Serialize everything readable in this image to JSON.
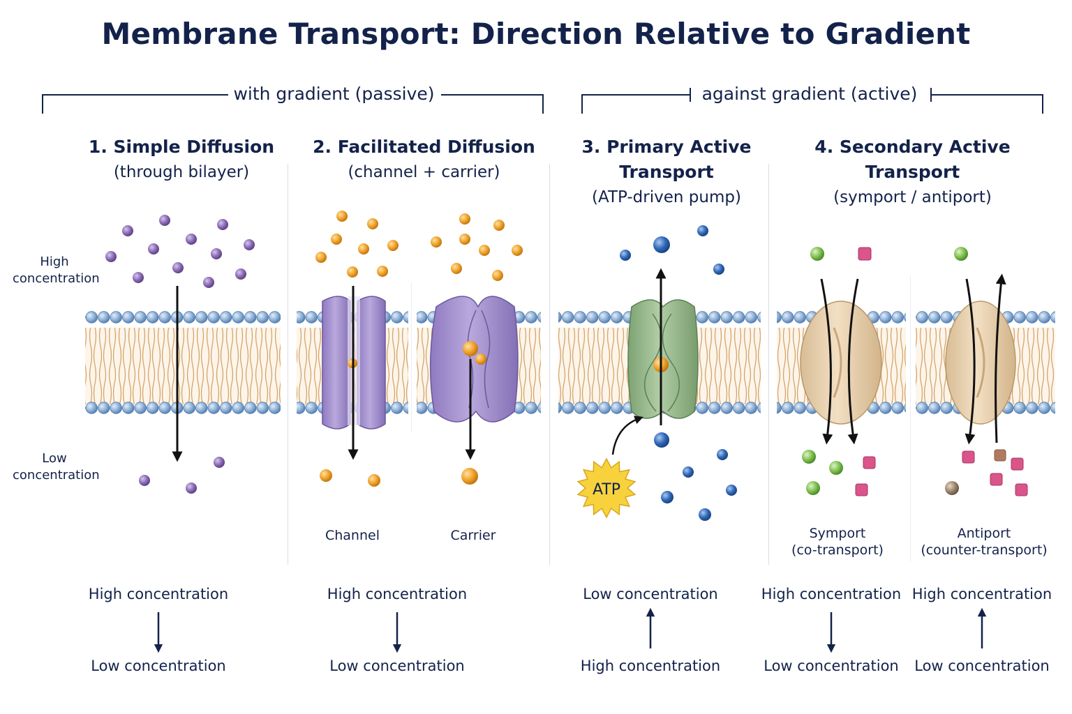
{
  "title": "Membrane Transport: Direction Relative to Gradient",
  "groups": {
    "passive": "with gradient (passive)",
    "active": "against gradient (active)"
  },
  "columns": [
    {
      "title": "1. Simple Diffusion",
      "subtitle": "(through bilayer)"
    },
    {
      "title": "2. Facilitated Diffusion",
      "subtitle": "(channel + carrier)"
    },
    {
      "title": "3. Primary Active Transport",
      "subtitle": "(ATP-driven pump)"
    },
    {
      "title": "4. Secondary Active Transport",
      "subtitle": "(symport / antiport)"
    }
  ],
  "side_labels": {
    "high": [
      "High",
      "concentration"
    ],
    "low": [
      "Low",
      "concentration"
    ]
  },
  "sub_labels": {
    "channel": "Channel",
    "carrier": "Carrier",
    "symport": [
      "Symport",
      "(co-transport)"
    ],
    "antiport": [
      "Antiport",
      "(counter-transport)"
    ]
  },
  "atp_label": "ATP",
  "bottom": [
    {
      "top": "High concentration",
      "bottom": "Low concentration",
      "arrow": "down"
    },
    {
      "top": "High concentration",
      "bottom": "Low concentration",
      "arrow": "down"
    },
    {
      "top": "Low concentration",
      "bottom": "High concentration",
      "arrow": "up"
    },
    {
      "top": "High concentration",
      "bottom": "Low concentration",
      "arrow": "down"
    },
    {
      "top": "High concentration",
      "bottom": "Low concentration",
      "arrow": "up"
    }
  ],
  "colors": {
    "navy": "#13224a",
    "purple_molecule": "#8b6bb5",
    "orange_molecule": "#f0a22a",
    "blue_molecule": "#2f68b8",
    "green_molecule": "#7fc04f",
    "pink_molecule": "#d9558a",
    "purple_protein": "#a592cf",
    "green_protein": "#96b98c",
    "tan_protein": "#e9d2b0",
    "head_blue": "#8fb2d8",
    "atp_yellow": "#f7d23c"
  }
}
